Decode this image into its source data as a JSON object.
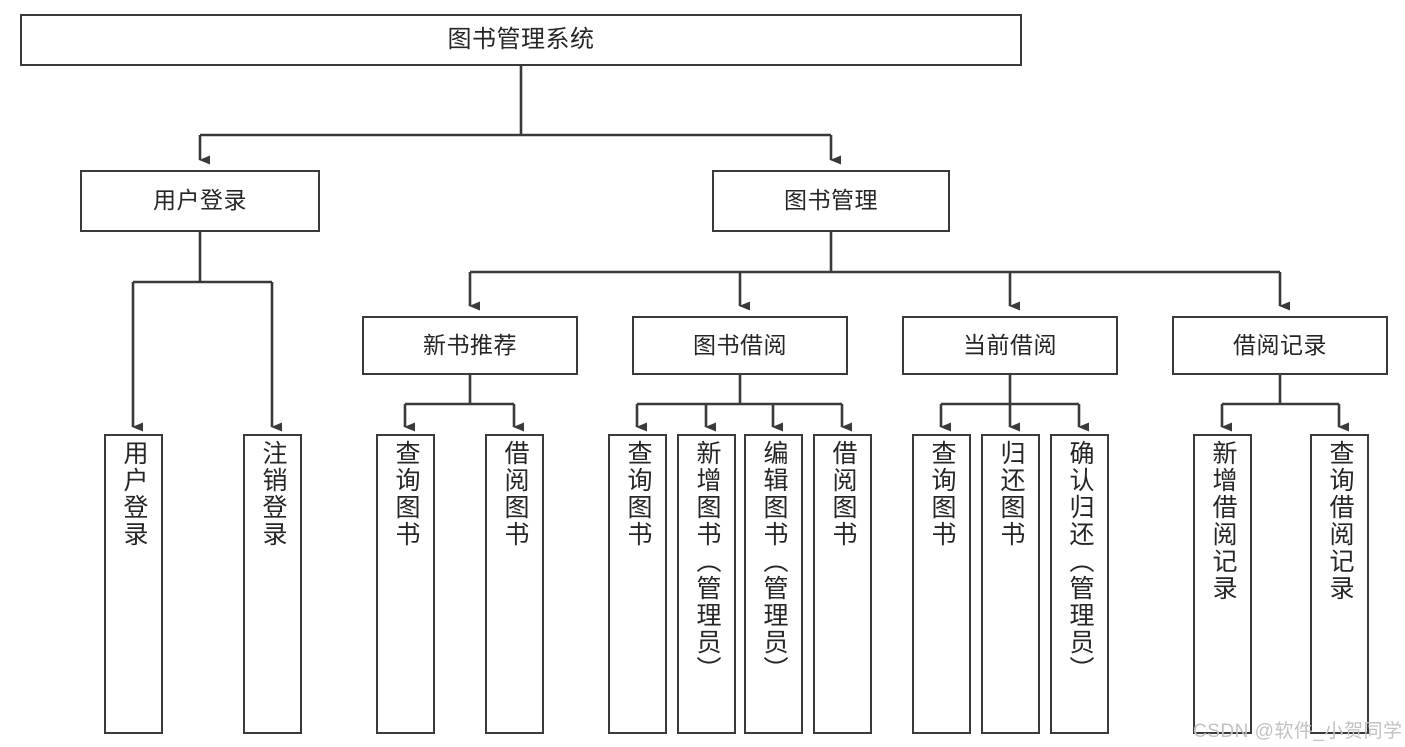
{
  "diagram": {
    "title": "图书管理系统",
    "type": "tree-hierarchy",
    "watermark": "CSDN @软件_小贺同学",
    "colors": {
      "stroke": "#3a3a3a",
      "fill": "#ffffff",
      "text": "#262626",
      "watermark": "#c2c2c2"
    },
    "nodes": {
      "root": {
        "label": "图书管理系统"
      },
      "level2": [
        {
          "label": "用户登录"
        },
        {
          "label": "图书管理"
        }
      ],
      "level3": [
        {
          "label": "新书推荐"
        },
        {
          "label": "图书借阅"
        },
        {
          "label": "当前借阅"
        },
        {
          "label": "借阅记录"
        }
      ],
      "leaves": {
        "user_login": [
          {
            "label": "用户登录"
          },
          {
            "label": "注销登录"
          }
        ],
        "new_book_recommend": [
          {
            "label": "查询图书"
          },
          {
            "label": "借阅图书"
          }
        ],
        "book_borrow": [
          {
            "label": "查询图书"
          },
          {
            "label": "新增图书（管理员）"
          },
          {
            "label": "编辑图书（管理员）"
          },
          {
            "label": "借阅图书"
          }
        ],
        "current_borrow": [
          {
            "label": "查询图书"
          },
          {
            "label": "归还图书"
          },
          {
            "label": "确认归还（管理员）"
          }
        ],
        "borrow_record": [
          {
            "label": "新增借阅记录"
          },
          {
            "label": "查询借阅记录"
          }
        ]
      }
    }
  }
}
